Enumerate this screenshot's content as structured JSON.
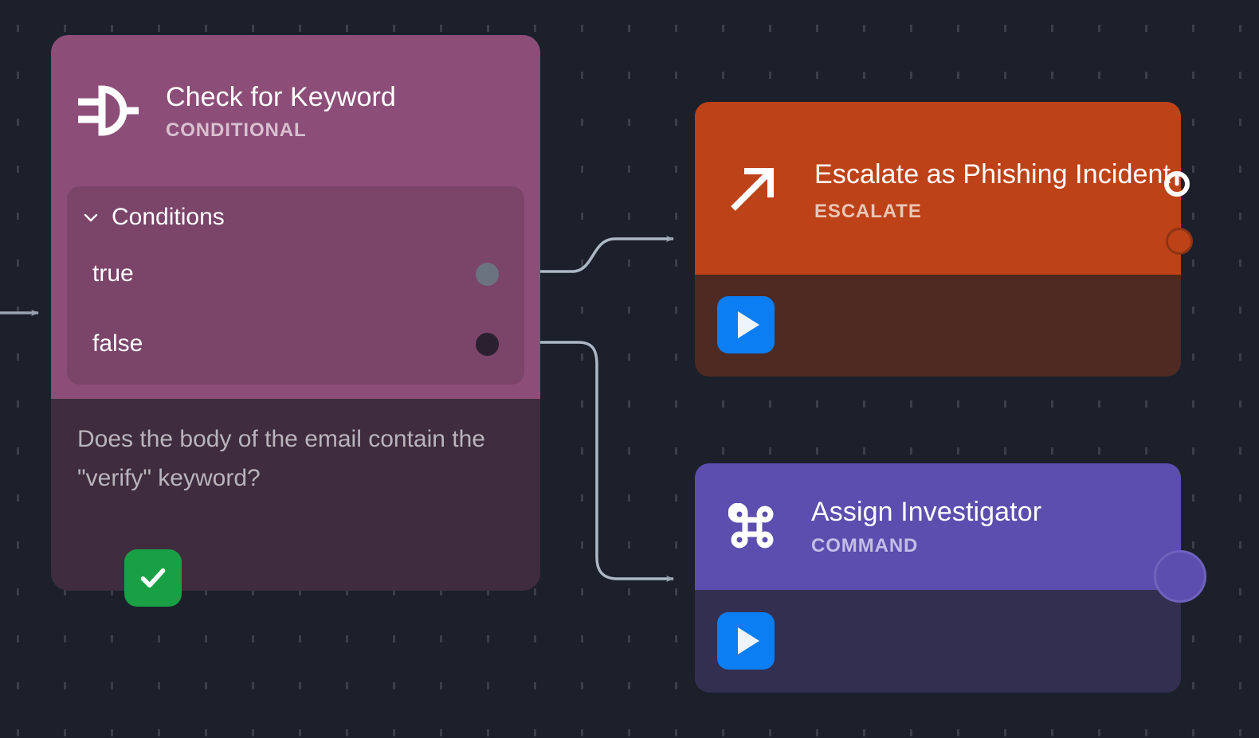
{
  "canvas": {
    "background_color": "#1b202b",
    "grid": "dot-grid"
  },
  "nodes": [
    {
      "id": "conditional",
      "title": "Check for Keyword",
      "type_label": "CONDITIONAL",
      "icon": "logic-gate-icon",
      "header_color": "#8c4e78",
      "body_color": "#3f2c3e",
      "conditions": {
        "section_label": "Conditions",
        "expanded": true,
        "chevron": "chevron-down-icon",
        "panel_color": "#7b4469",
        "rows": [
          {
            "label": "true",
            "port_color": "#6c7380"
          },
          {
            "label": "false",
            "port_color": "#2b2030"
          }
        ]
      },
      "description": "Does the body of the email contain the \"verify\" keyword?",
      "status": {
        "icon": "check-icon",
        "color": "#19a045"
      }
    },
    {
      "id": "escalate",
      "title": "Escalate as Phishing Incident",
      "type_label": "ESCALATE",
      "icon": "arrow-up-right-icon",
      "header_color": "#bd4218",
      "body_color": "#4e2a22",
      "badge_icon": "clock-icon",
      "output_port_color": "#bd4218",
      "run_button": {
        "icon": "play-icon",
        "color": "#0b7ef4"
      }
    },
    {
      "id": "command",
      "title": "Assign Investigator",
      "type_label": "COMMAND",
      "icon": "command-icon",
      "header_color": "#5b4eae",
      "body_color": "#332f50",
      "output_port_color": "#5b4eae",
      "run_button": {
        "icon": "play-icon",
        "color": "#0b7ef4"
      }
    }
  ],
  "edges": [
    {
      "id": "input-edge",
      "from": "canvas-left",
      "to": "conditional",
      "color": "#9aa4b0"
    },
    {
      "id": "true-edge",
      "from": "conditional.true",
      "to": "escalate",
      "color": "#9aa4b0"
    },
    {
      "id": "false-edge",
      "from": "conditional.false",
      "to": "command",
      "color": "#9aa4b0"
    }
  ]
}
